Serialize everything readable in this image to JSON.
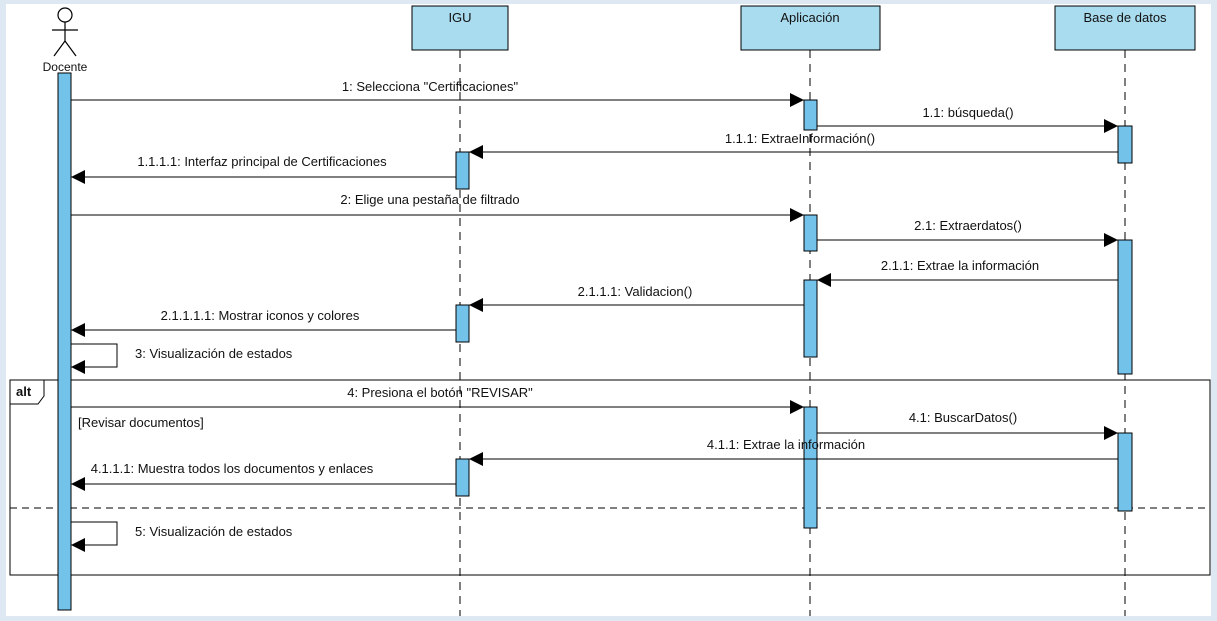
{
  "colors": {
    "lifeline_box": "#a9dcef",
    "activation": "#73c2ea",
    "frame_bg": "#dde8f2",
    "line": "#000000"
  },
  "actor": {
    "name": "Docente",
    "icon": "stick-figure-actor-icon"
  },
  "participants": [
    {
      "name": "IGU"
    },
    {
      "name": "Aplicación"
    },
    {
      "name": "Base de datos"
    }
  ],
  "messages": [
    {
      "label": "1: Selecciona \"Certificaciones\""
    },
    {
      "label": "1.1: búsqueda()"
    },
    {
      "label": "1.1.1: ExtraeInformación()"
    },
    {
      "label": "1.1.1.1: Interfaz principal de Certificaciones"
    },
    {
      "label": "2: Elige una pestaña de filtrado"
    },
    {
      "label": "2.1: Extraerdatos()"
    },
    {
      "label": "2.1.1: Extrae la información"
    },
    {
      "label": "2.1.1.1: Validacion()"
    },
    {
      "label": "2.1.1.1.1: Mostrar iconos y colores"
    },
    {
      "label": "3: Visualización de estados"
    },
    {
      "label": "4: Presiona el botón \"REVISAR\""
    },
    {
      "label": "4.1: BuscarDatos()"
    },
    {
      "label": "4.1.1: Extrae la información"
    },
    {
      "label": "4.1.1.1: Muestra todos los documentos y enlaces"
    },
    {
      "label": "5: Visualización de estados"
    }
  ],
  "fragment": {
    "operator": "alt",
    "guard": "[Revisar documentos]"
  }
}
